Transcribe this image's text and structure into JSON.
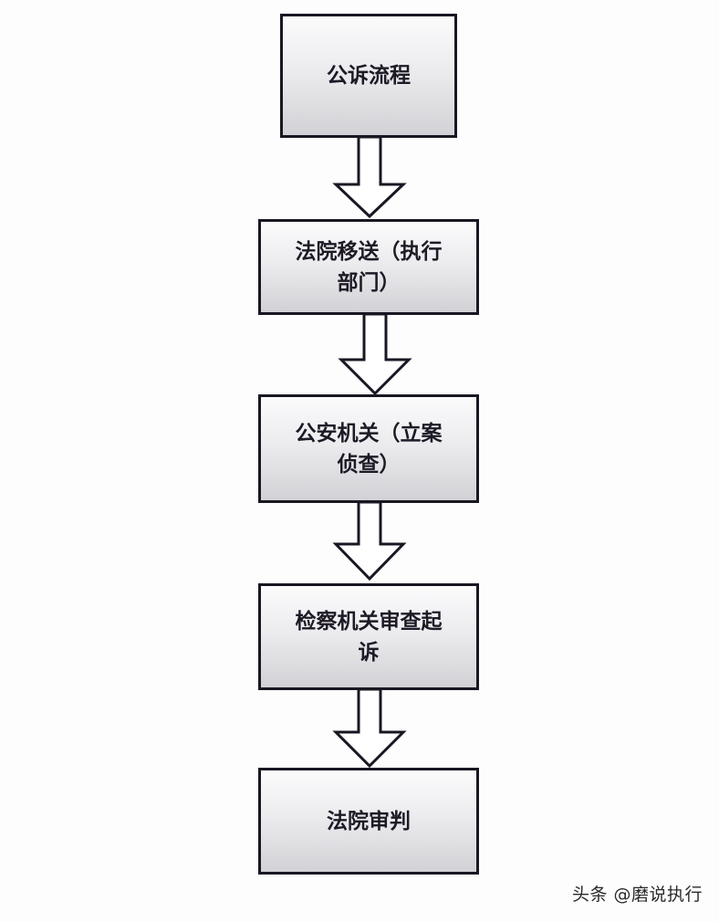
{
  "diagram": {
    "type": "flowchart",
    "direction": "top-to-bottom",
    "nodes": [
      {
        "id": "n1",
        "lines": [
          "公诉流程"
        ]
      },
      {
        "id": "n2",
        "lines": [
          "法院移送（执行",
          "部门）"
        ]
      },
      {
        "id": "n3",
        "lines": [
          "公安机关（立案",
          "侦查）"
        ]
      },
      {
        "id": "n4",
        "lines": [
          "检察机关审查起",
          "诉"
        ]
      },
      {
        "id": "n5",
        "lines": [
          "法院审判"
        ]
      }
    ],
    "edges": [
      {
        "from": "n1",
        "to": "n2"
      },
      {
        "from": "n2",
        "to": "n3"
      },
      {
        "from": "n3",
        "to": "n4"
      },
      {
        "from": "n4",
        "to": "n5"
      }
    ],
    "colors": {
      "border": "#1a1622",
      "fill_top": "#fbfbfc",
      "fill_bottom": "#d2d2d6",
      "arrow_fill": "#ffffff",
      "text": "#1e1a26"
    }
  },
  "watermark": "头条 @磨说执行"
}
